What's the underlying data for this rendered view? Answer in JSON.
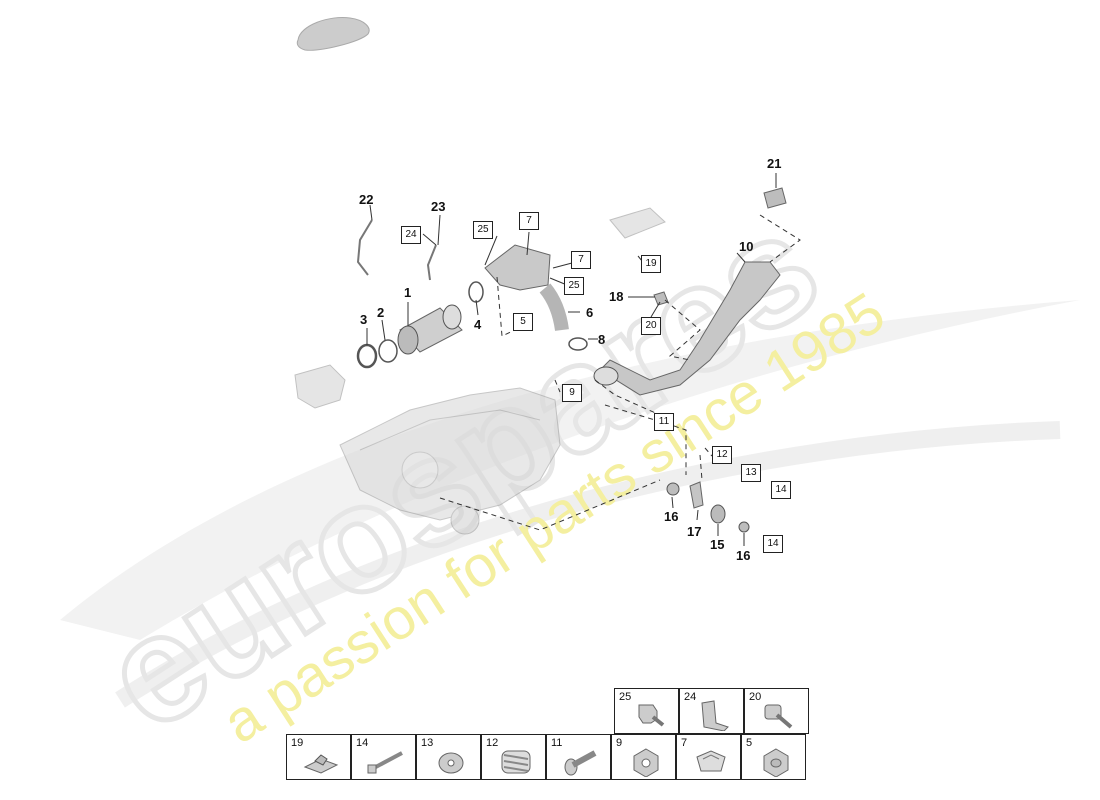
{
  "callouts": {
    "c1": "1",
    "c2": "2",
    "c3": "3",
    "c4": "4",
    "c6": "6",
    "c8": "8",
    "c10": "10",
    "c15": "15",
    "c16a": "16",
    "c16b": "16",
    "c17": "17",
    "c18": "18",
    "c21": "21",
    "c22": "22",
    "c23": "23"
  },
  "boxed": {
    "b24": "24",
    "b25a": "25",
    "b7a": "7",
    "b7b": "7",
    "b25b": "25",
    "b5": "5",
    "b19": "19",
    "b20": "20",
    "b9": "9",
    "b11": "11",
    "b12": "12",
    "b13": "13",
    "b14a": "14",
    "b14b": "14"
  },
  "legend": {
    "top": [
      "25",
      "24",
      "20"
    ],
    "bottom": [
      "19",
      "14",
      "13",
      "12",
      "11",
      "9",
      "7",
      "5"
    ]
  },
  "colors": {
    "part_fill": "#cfcfcf",
    "part_stroke": "#7a7a7a",
    "watermark_gray": "#ececec",
    "watermark_yellow": "#f5f0a6"
  }
}
